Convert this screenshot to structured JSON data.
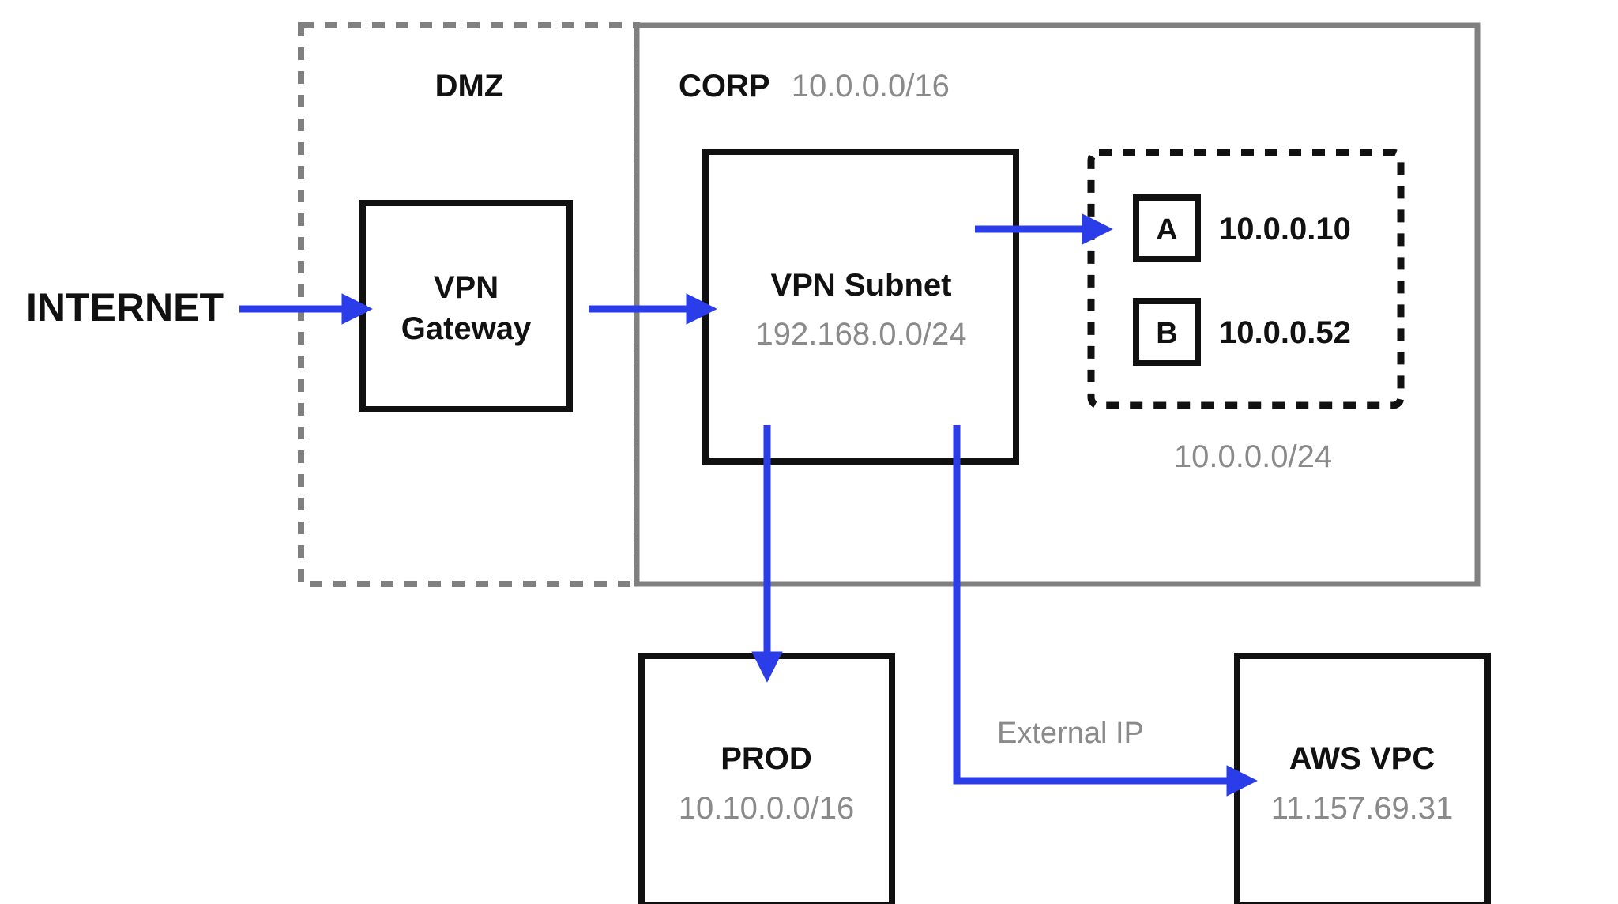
{
  "colors": {
    "arrow": "#2b3de8",
    "box_border": "#111111",
    "zone_border": "#808080",
    "muted_text": "#8a8a8a"
  },
  "internet": {
    "label": "INTERNET"
  },
  "dmz": {
    "label": "DMZ"
  },
  "corp": {
    "label": "CORP",
    "cidr": "10.0.0.0/16"
  },
  "vpn_gateway": {
    "line1": "VPN",
    "line2": "Gateway"
  },
  "vpn_subnet": {
    "label": "VPN Subnet",
    "cidr": "192.168.0.0/24"
  },
  "host_group": {
    "cidr": "10.0.0.0/24",
    "hosts": [
      {
        "badge": "A",
        "ip": "10.0.0.10"
      },
      {
        "badge": "B",
        "ip": "10.0.0.52"
      }
    ]
  },
  "prod": {
    "label": "PROD",
    "cidr": "10.10.0.0/16"
  },
  "aws_vpc": {
    "label": "AWS VPC",
    "ip": "11.157.69.31"
  },
  "edge_labels": {
    "external_ip": "External IP"
  }
}
